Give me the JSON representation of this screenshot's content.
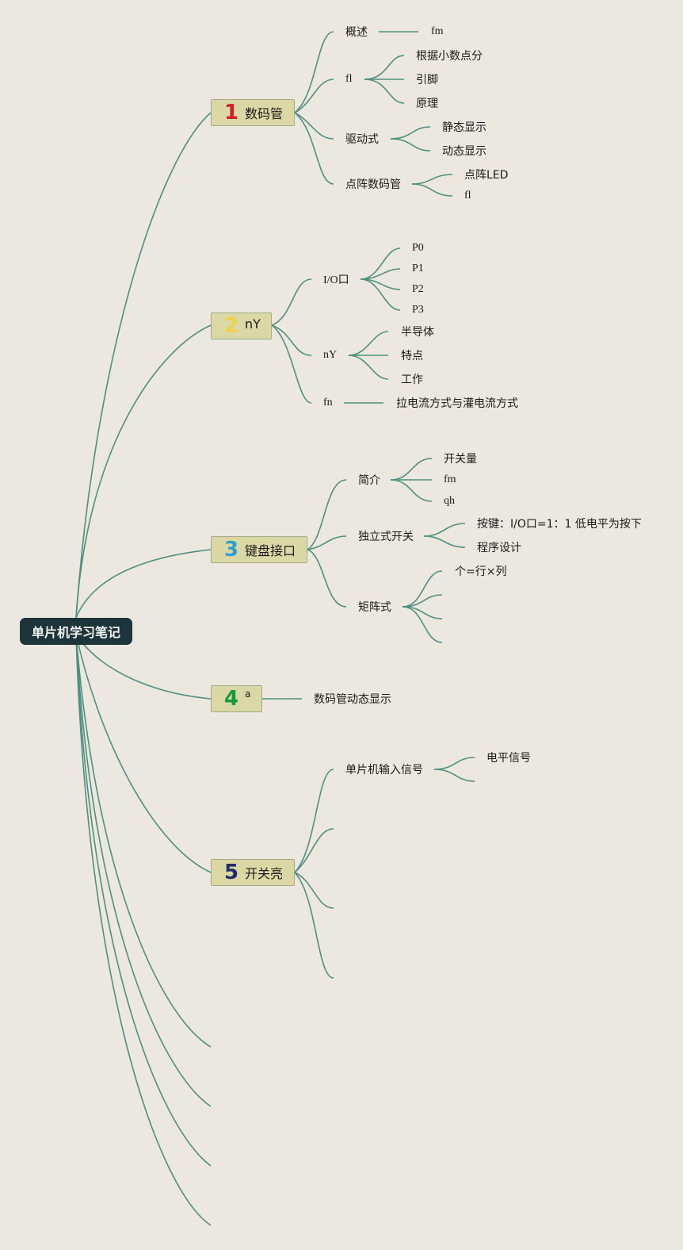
{
  "root": "单片机学习笔记",
  "topics": [
    {
      "badge": "1",
      "badge_color": "#d21f2b",
      "label": "数码管"
    },
    {
      "badge": "2",
      "badge_color": "#f0d24a",
      "label": "nY"
    },
    {
      "badge": "3",
      "badge_color": "#2a9fd6",
      "label": "键盘接口"
    },
    {
      "badge": "4",
      "badge_color": "#169a3a",
      "label": "a"
    },
    {
      "badge": "5",
      "badge_color": "#1f2d6b",
      "label": "开关亮"
    }
  ],
  "t1": {
    "overview": "概述",
    "overview_child": "fm",
    "fl": "fl",
    "fl_children": [
      "根据小数点分",
      "引脚",
      "原理"
    ],
    "drive": "驱动式",
    "drive_children": [
      "静态显示",
      "动态显示"
    ],
    "matrix": "点阵数码管",
    "matrix_children": [
      "点阵LED",
      "fl"
    ]
  },
  "t2": {
    "io": "I/O口",
    "io_children": [
      "P0",
      "P1",
      "P2",
      "P3"
    ],
    "ny": "nY",
    "ny_children": [
      "半导体",
      "特点",
      "工作"
    ],
    "fn": "fn",
    "fn_child": "拉电流方式与灌电流方式"
  },
  "t3": {
    "intro": "简介",
    "intro_children": [
      "开关量",
      "fm",
      "qh"
    ],
    "indep": "独立式开关",
    "indep_children": [
      "按键：I/O口=1：1 低电平为按下",
      "程序设计"
    ],
    "matrix": "矩阵式",
    "matrix_child": "个=行×列"
  },
  "t4": {
    "child": "数码管动态显示"
  },
  "t5": {
    "input": "单片机输入信号",
    "input_child": "电平信号"
  }
}
